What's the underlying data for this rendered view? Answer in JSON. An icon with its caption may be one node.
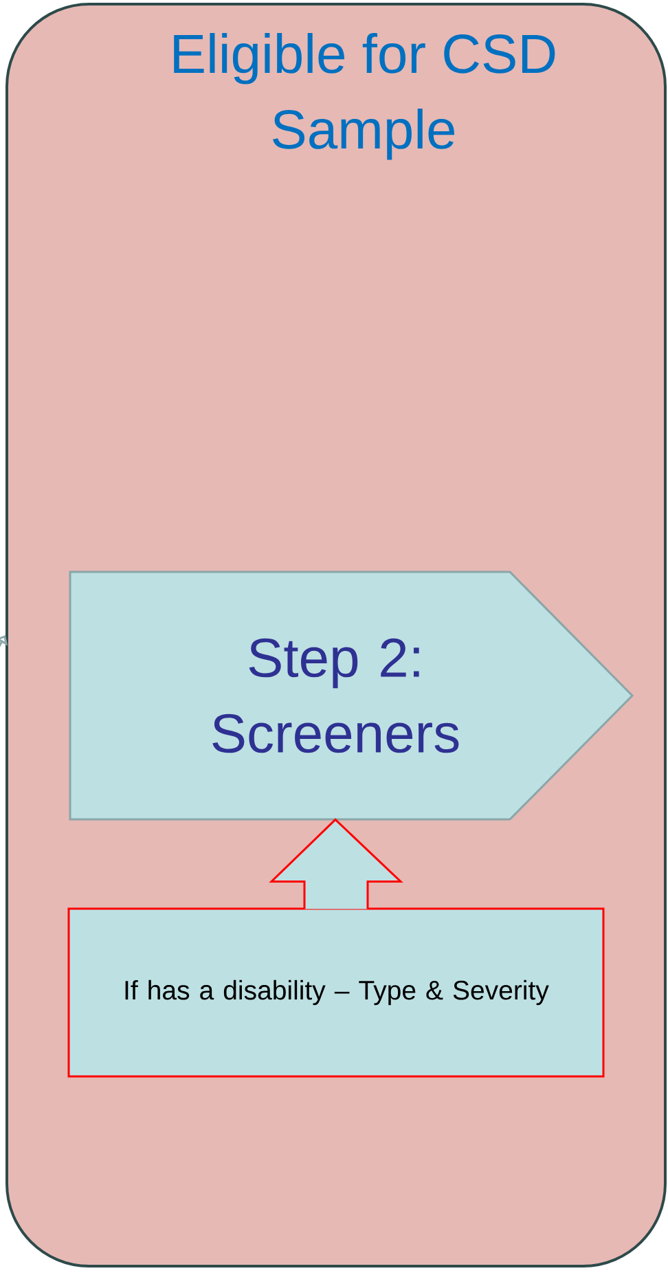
{
  "diagram": {
    "nodes": [
      {
        "text": [
          "Eligible for CSD Sample"
        ]
      },
      {
        "text": [
          "Step 2: Screeners"
        ],
        "in": 0
      },
      {
        "text": [
          "If has a disability – Type & Severity"
        ],
        "in": 0
      }
    ],
    "edges": [
      {
        "from": null,
        "to": 0,
        "arrow": "to",
        "color": "#8aa6a8"
      },
      {
        "from": 2,
        "to": 1,
        "arrow": "to",
        "color": "#ff0000"
      }
    ]
  }
}
